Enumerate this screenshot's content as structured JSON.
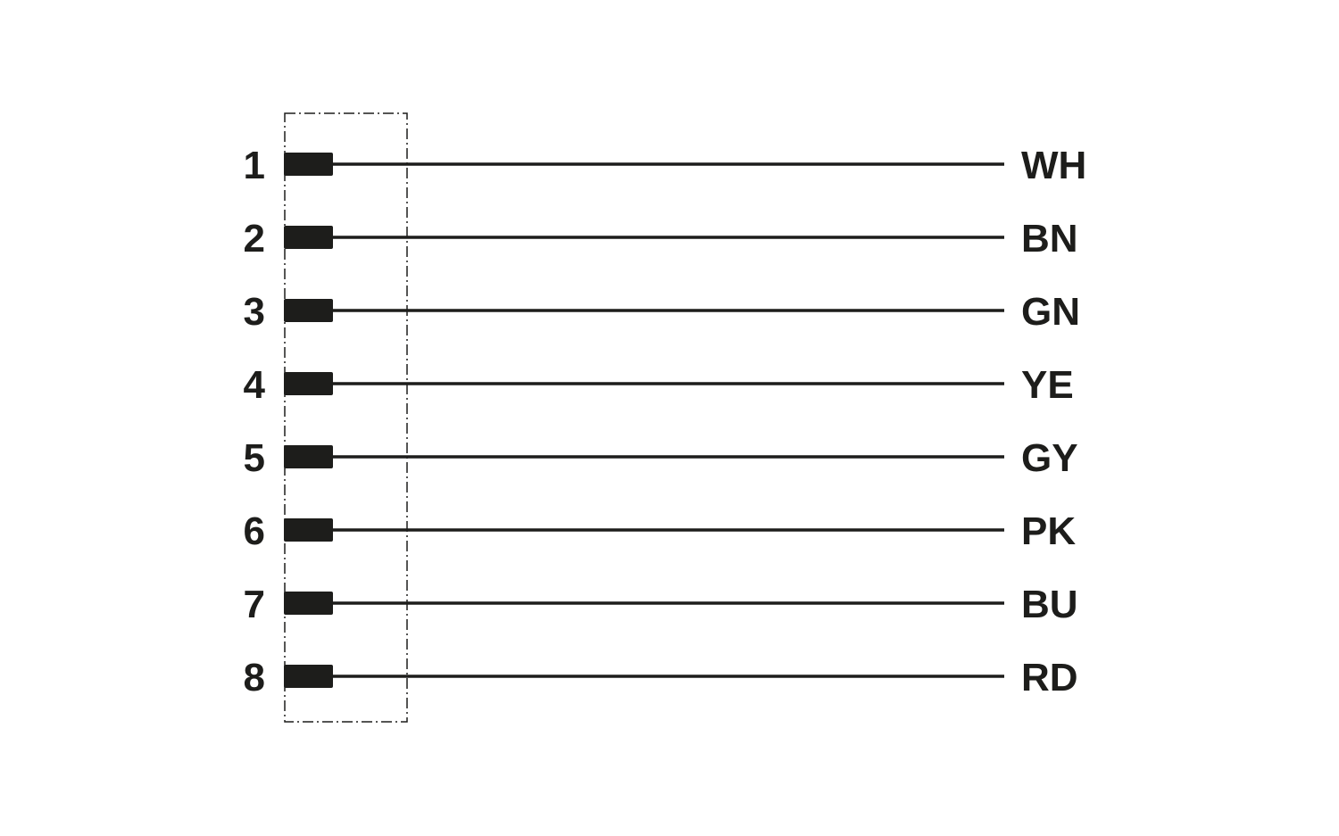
{
  "diagram": {
    "ink_color": "#1d1d1b",
    "background": "#ffffff",
    "pins": [
      {
        "number": "1",
        "color": "WH"
      },
      {
        "number": "2",
        "color": "BN"
      },
      {
        "number": "3",
        "color": "GN"
      },
      {
        "number": "4",
        "color": "YE"
      },
      {
        "number": "5",
        "color": "GY"
      },
      {
        "number": "6",
        "color": "PK"
      },
      {
        "number": "7",
        "color": "BU"
      },
      {
        "number": "8",
        "color": "RD"
      }
    ]
  }
}
